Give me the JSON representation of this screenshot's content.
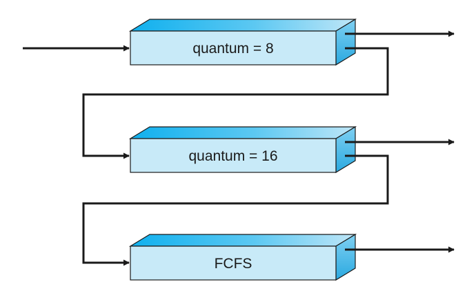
{
  "colors": {
    "box_front": "#c5e9f8",
    "box_top": "#1ab3ec",
    "box_side": "#3ab8e8",
    "edge": "#1a1a1a",
    "arrow": "#1a1a1a"
  },
  "queues": [
    {
      "label": "quantum = 8"
    },
    {
      "label": "quantum = 16"
    },
    {
      "label": "FCFS"
    }
  ]
}
